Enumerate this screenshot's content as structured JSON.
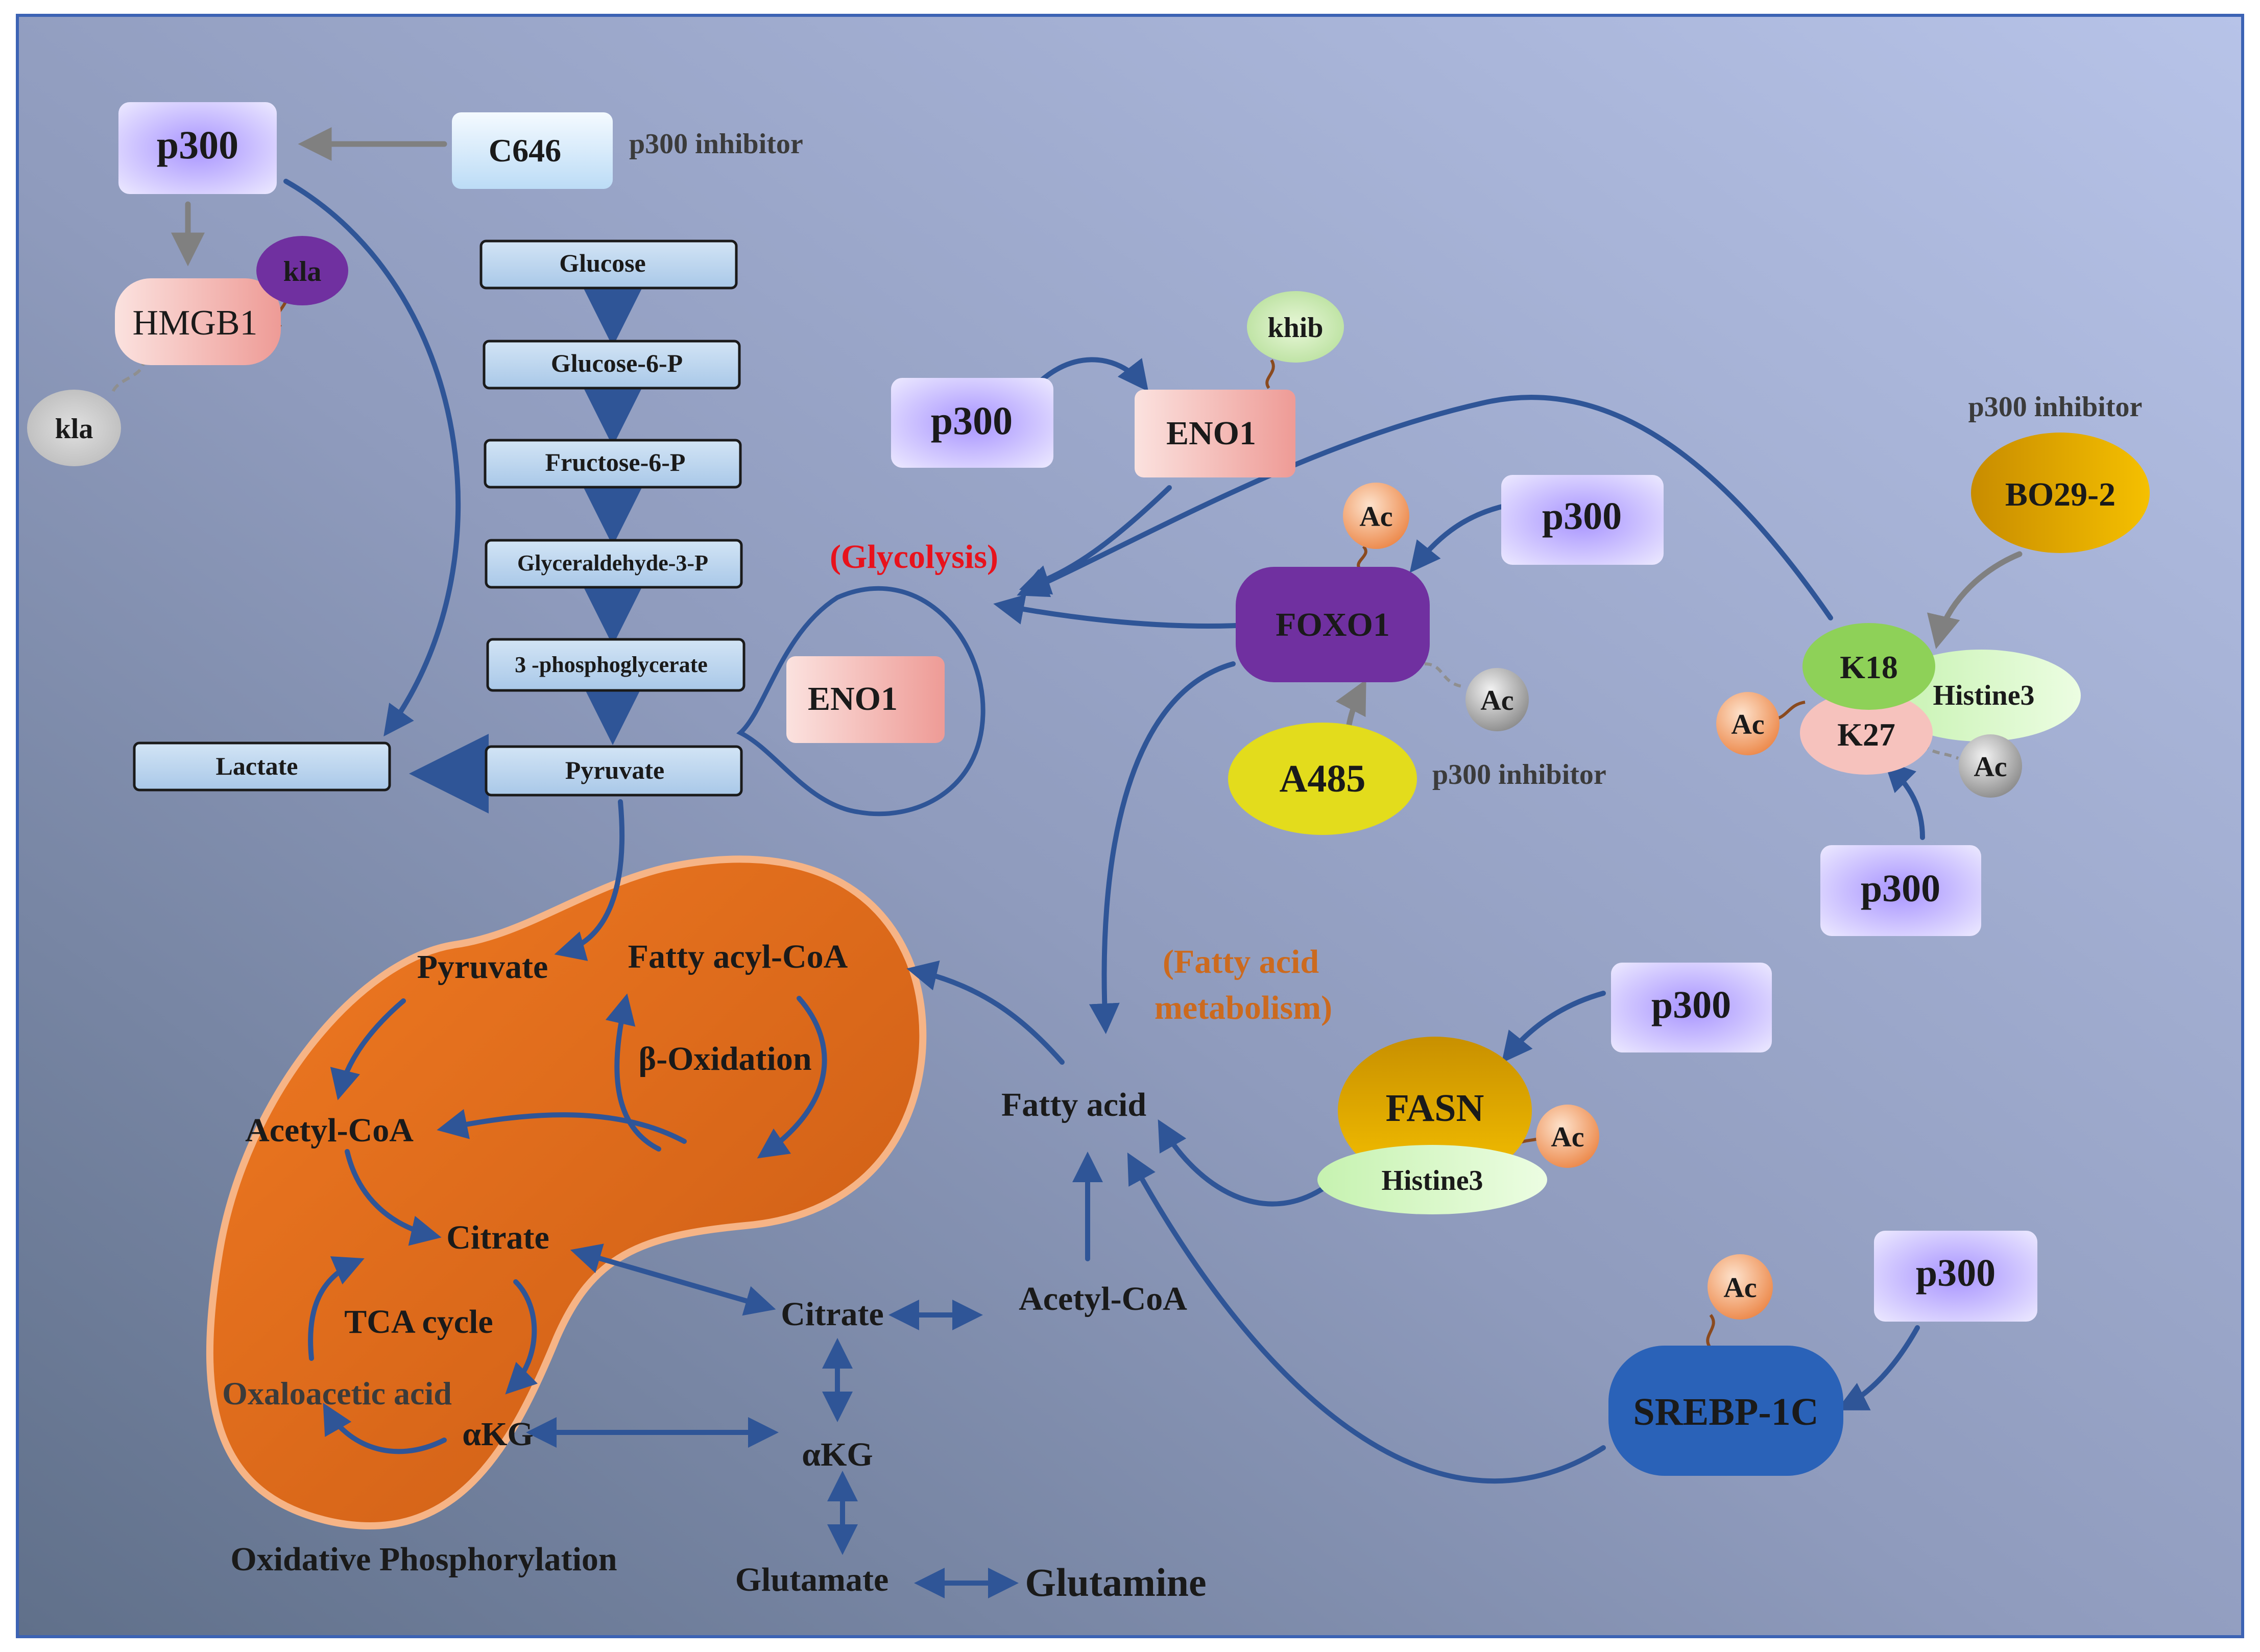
{
  "colors": {
    "arrow_blue": "#2f5597",
    "arrow_gray": "#808080",
    "mito_orange": "#e2661a",
    "glycolysis_red": "#e8121c",
    "fatty_acid_orange": "#cc6a1e",
    "p300_violet": "#c9c1fb",
    "foxo1_purple": "#7030a0",
    "srebp_blue": "#2a62b8",
    "fasn_gold": "#e0a800",
    "a485_yellow": "#e3dc1c",
    "bo29_gold": "#e0a100",
    "k18_green": "#8ed158",
    "histone_green": "#d5f7c2",
    "pink": "#f6c2bd",
    "box_blue": "#bcd6ee",
    "ac_orange": "#f2a673",
    "ac_gray": "#9f9f9f",
    "kla_purple": "#7030a0"
  },
  "labels": {
    "p300": "p300",
    "c646": "C646",
    "p300_inhibitor": "p300 inhibitor",
    "hmgb1": "HMGB1",
    "kla": "kla",
    "khib": "khib",
    "eno1": "ENO1",
    "ac": "Ac",
    "foxo1": "FOXO1",
    "a485": "A485",
    "bo29_2": "BO29-2",
    "k18": "K18",
    "k27": "K27",
    "histine3": "Histine3",
    "fasn": "FASN",
    "srebp_1c": "SREBP-1C",
    "glycolysis": "(Glycolysis)",
    "fatty_acid_metabolism_1": "(Fatty acid",
    "fatty_acid_metabolism_2": "metabolism)"
  },
  "glycolysis_steps": [
    "Glucose",
    "Glucose-6-P",
    "Fructose-6-P",
    "Glyceraldehyde-3-P",
    "3 -phosphoglycerate",
    "Pyruvate"
  ],
  "lactate": "Lactate",
  "mitochondria": {
    "pyruvate": "Pyruvate",
    "fatty_acyl_coa": "Fatty acyl-CoA",
    "beta_oxidation": "β-Oxidation",
    "acetyl_coa": "Acetyl-CoA",
    "citrate": "Citrate",
    "tca_cycle": "TCA cycle",
    "oxaloacetic_acid": "Oxaloacetic acid",
    "akg": "αKG"
  },
  "oxidative_phosphorylation": "Oxidative Phosphorylation",
  "cytosol": {
    "fatty_acid": "Fatty acid",
    "citrate": "Citrate",
    "acetyl_coa": "Acetyl-CoA",
    "akg": "αKG",
    "glutamate": "Glutamate",
    "glutamine": "Glutamine"
  }
}
